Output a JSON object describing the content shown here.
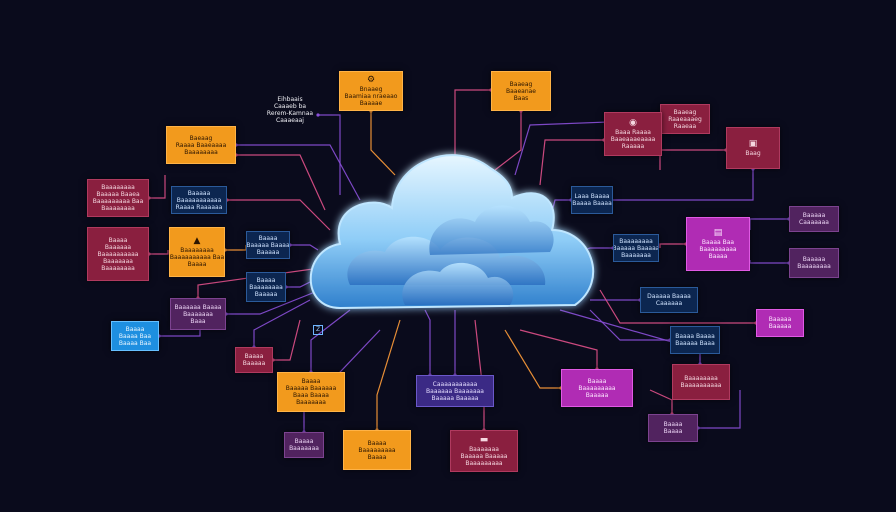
{
  "diagram": {
    "nodes": [
      {
        "id": "n1",
        "style": "orange",
        "icon": "gear-icon",
        "glyph": "⚙",
        "lines": [
          "Bnaaeg",
          "Baamiaa nraeaao",
          "Baaaae"
        ]
      },
      {
        "id": "n2",
        "style": "orange",
        "lines": [
          "Baaeag",
          "Baaeanae",
          "Baas"
        ]
      },
      {
        "id": "n3",
        "style": "bare",
        "lines": [
          "Eihbaais",
          "Caaaeb ba",
          "Rerem-Kamnaa",
          "Caaaeaaj"
        ]
      },
      {
        "id": "n4",
        "style": "maroon",
        "lines": [
          "Baaeag",
          "Raaeaaaeg",
          "Raaeaa"
        ]
      },
      {
        "id": "n5",
        "style": "maroon",
        "icon": "user-icon",
        "glyph": "◉",
        "lines": [
          "Baaa Raaaa",
          "Baaeaaaeaaaa",
          "Raaaaa"
        ]
      },
      {
        "id": "n6",
        "style": "maroon",
        "icon": "clipboard-icon",
        "glyph": "▣",
        "lines": [
          "Baag"
        ]
      },
      {
        "id": "n7",
        "style": "orange",
        "lines": [
          "Baeaag",
          "Raaaa Baaeaaaa",
          "Baaaaaaaa"
        ]
      },
      {
        "id": "n8",
        "style": "maroon",
        "lines": [
          "Baaaaaaaa",
          "Baaaaa Baaea",
          "Baaaaaaaaa Baa",
          "Baaaaaaaa"
        ]
      },
      {
        "id": "n9",
        "style": "navy",
        "lines": [
          "Baaaaa",
          "Baaaaaaaaaaa",
          "Raaaa Raaaaaa"
        ]
      },
      {
        "id": "n10",
        "style": "navy",
        "lines": [
          "Laaa Baaaa",
          "Baaaa Baaaa"
        ]
      },
      {
        "id": "n11",
        "style": "purple",
        "lines": [
          "Baaaaa",
          "Caaaaaaa"
        ]
      },
      {
        "id": "n12",
        "style": "maroon",
        "lines": [
          "Baaaa",
          "Baaaaaa",
          "Baaaaaaaaaa",
          "Baaaaaaa",
          "Baaaaaaaa"
        ]
      },
      {
        "id": "n13",
        "style": "orange",
        "icon": "chart-icon",
        "glyph": "▲",
        "lines": [
          "Baaaaaaaa",
          "Baaaaaaaaaa Baa",
          "Baaaa"
        ]
      },
      {
        "id": "n14",
        "style": "navy",
        "lines": [
          "Baaaa",
          "Baaaaa Baaaa",
          "Baaaaa"
        ]
      },
      {
        "id": "n15",
        "style": "navy",
        "lines": [
          "Baaaa",
          "Baaaaaaaa",
          "Baaaaa"
        ]
      },
      {
        "id": "n16",
        "style": "navy",
        "lines": [
          "Baaaaaaaa",
          "Baaaaa Baaaaa",
          "Baaaaaaa"
        ]
      },
      {
        "id": "n17",
        "style": "magenta",
        "icon": "document-icon",
        "glyph": "▤",
        "lines": [
          "Baaaa Baa",
          "Baaaaaaaaa",
          "Baaaa"
        ]
      },
      {
        "id": "n18",
        "style": "purple",
        "lines": [
          "Baaaaa",
          "Baaaaaaaa"
        ]
      },
      {
        "id": "n19",
        "style": "purple",
        "lines": [
          "Baaaaaa Baaaa",
          "Baaaaaaa",
          "Baaa"
        ]
      },
      {
        "id": "n20",
        "style": "blue",
        "lines": [
          "Baaaa",
          "Baaaa Baa",
          "Baaaa Baa"
        ]
      },
      {
        "id": "n21",
        "style": "navy",
        "lines": [
          "Daaaaa Baaaa",
          "Caaaaaa"
        ]
      },
      {
        "id": "n22",
        "style": "magenta",
        "lines": [
          "Baaaaa",
          "Baaaaa"
        ]
      },
      {
        "id": "n23",
        "style": "navy",
        "lines": [
          "Baaaa Baaaa",
          "Baaaaa Baaa"
        ]
      },
      {
        "id": "n24",
        "style": "maroon",
        "lines": [
          "Baaaa",
          "Baaaaa"
        ]
      },
      {
        "id": "n25",
        "style": "orange",
        "lines": [
          "Baaaa",
          "Baaaaa Baaaaaa",
          "Baaa Baaaa",
          "Baaaaaaa"
        ]
      },
      {
        "id": "n26",
        "style": "violet",
        "lines": [
          "Caaaaaaaaaaa",
          "Baaaaaa Baaaaaaa",
          "Baaaaa Baaaaa"
        ]
      },
      {
        "id": "n27",
        "style": "magenta",
        "lines": [
          "Baaaa",
          "Baaaaaaaaa",
          "Baaaaa"
        ]
      },
      {
        "id": "n28",
        "style": "maroon",
        "lines": [
          "Baaaaaaaa",
          "Baaaaaaaaaa"
        ]
      },
      {
        "id": "n29",
        "style": "purple",
        "lines": [
          "Baaaa",
          "Baaaaaaa"
        ]
      },
      {
        "id": "n30",
        "style": "orange",
        "lines": [
          "Baaaa",
          "Baaaaaaaaa",
          "Baaaa"
        ]
      },
      {
        "id": "n31",
        "style": "maroon",
        "icon": "folder-icon",
        "glyph": "▬",
        "lines": [
          "Baaaaaaa",
          "Baaaaa Baaaaa",
          "Baaaaaaaaa"
        ]
      },
      {
        "id": "n32",
        "style": "purple",
        "lines": [
          "Baaaa",
          "Baaaa"
        ]
      }
    ],
    "small_marker": "Z",
    "colors": {
      "background": "#0a0b1c",
      "wire_purple": "#8a4fd8",
      "wire_orange": "#ff9c3a",
      "wire_pink": "#e0508a",
      "cloud_light": "#d8f0ff",
      "cloud_dark": "#3a8fd6"
    }
  }
}
